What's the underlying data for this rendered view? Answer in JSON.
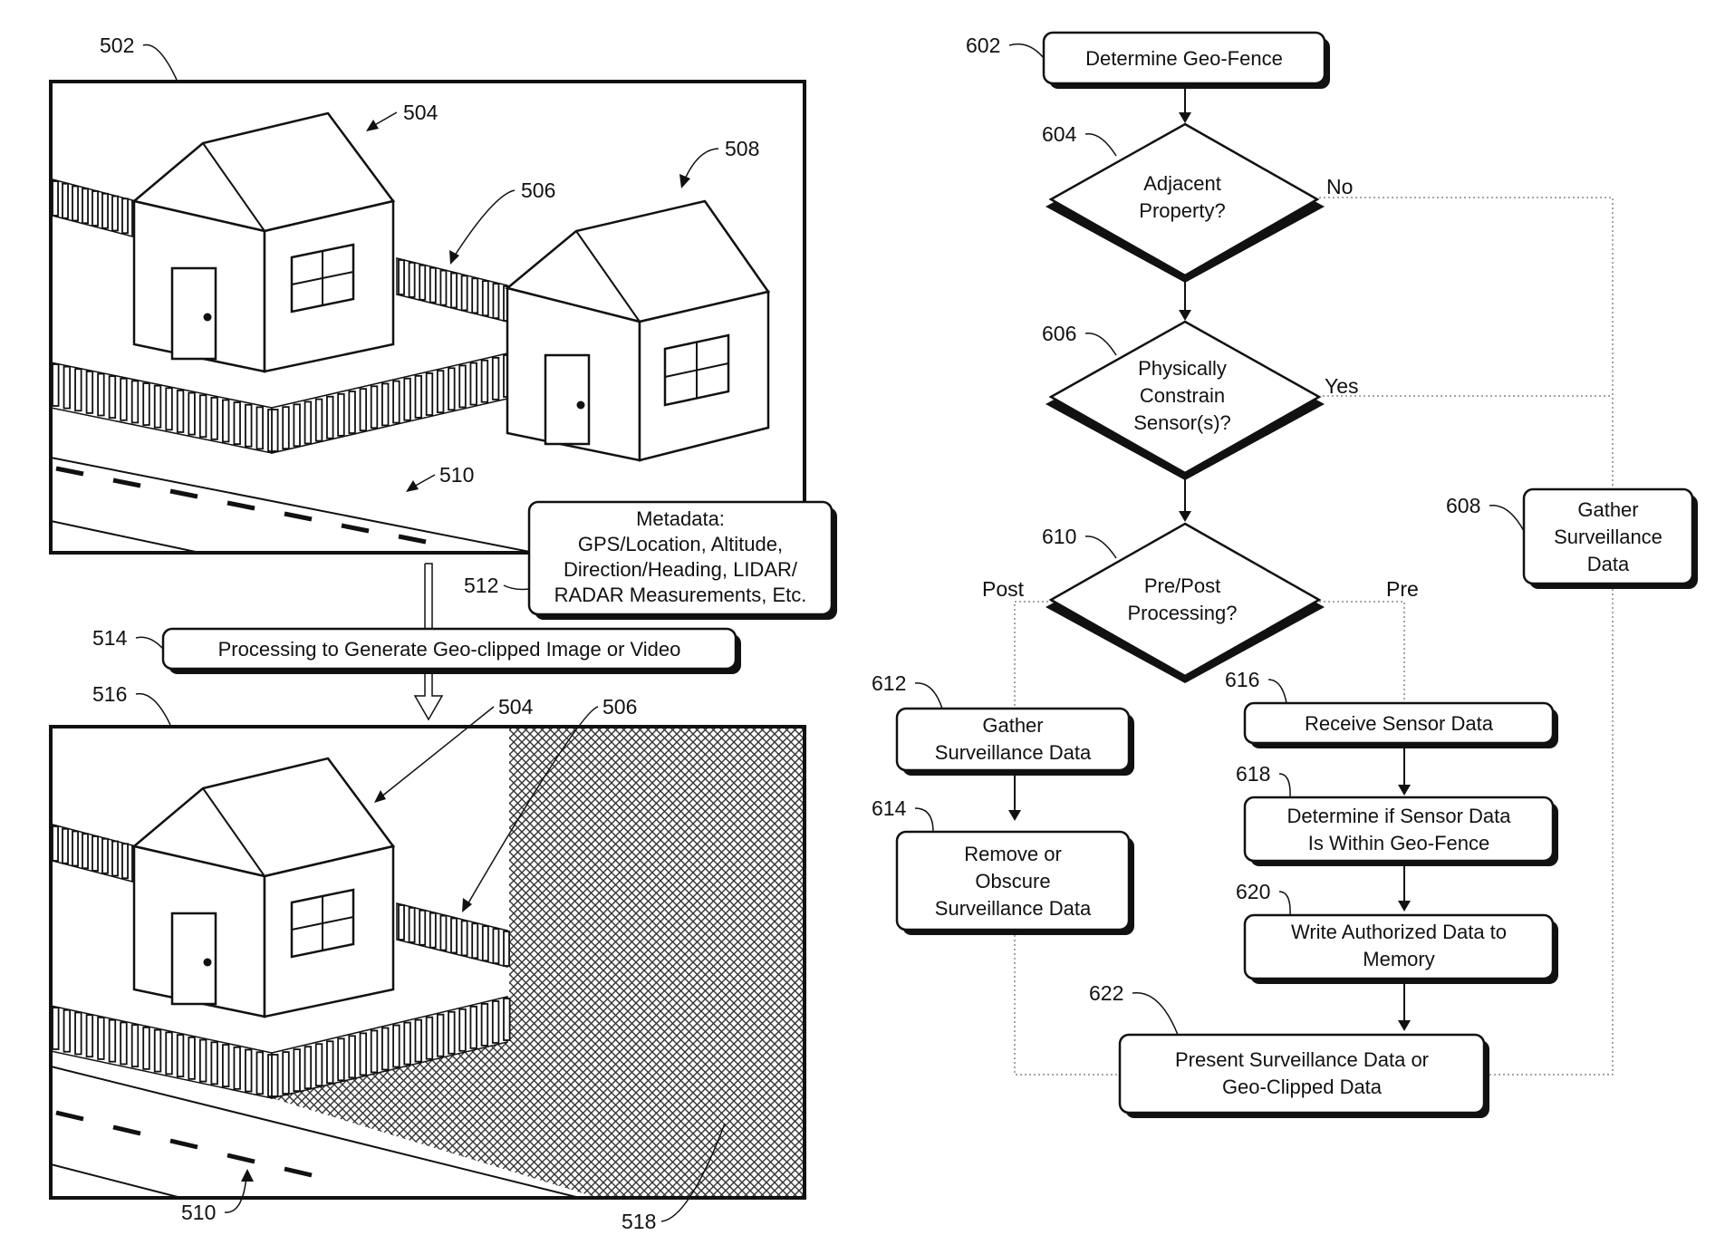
{
  "left": {
    "refs": {
      "r502": "502",
      "r504a": "504",
      "r506a": "506",
      "r508": "508",
      "r510a": "510",
      "r512": "512",
      "r514": "514",
      "r516": "516",
      "r504b": "504",
      "r506b": "506",
      "r510b": "510",
      "r518": "518"
    },
    "metadata_lines": [
      "Metadata:",
      "GPS/Location, Altitude,",
      "Direction/Heading, LIDAR/",
      "RADAR Measurements, Etc."
    ],
    "processing_label": "Processing to Generate Geo-clipped Image or Video"
  },
  "flow": {
    "refs": {
      "r602": "602",
      "r604": "604",
      "r606": "606",
      "r608": "608",
      "r610": "610",
      "r612": "612",
      "r614": "614",
      "r616": "616",
      "r618": "618",
      "r620": "620",
      "r622": "622"
    },
    "n602": [
      "Determine Geo-Fence"
    ],
    "n604": [
      "Adjacent",
      "Property?"
    ],
    "n606": [
      "Physically",
      "Constrain",
      "Sensor(s)?"
    ],
    "n608": [
      "Gather",
      "Surveillance",
      "Data"
    ],
    "n610": [
      "Pre/Post",
      "Processing?"
    ],
    "n612": [
      "Gather",
      "Surveillance Data"
    ],
    "n614": [
      "Remove or",
      "Obscure",
      "Surveillance Data"
    ],
    "n616": [
      "Receive Sensor Data"
    ],
    "n618": [
      "Determine if Sensor Data",
      "Is Within Geo-Fence"
    ],
    "n620": [
      "Write Authorized Data to",
      "Memory"
    ],
    "n622": [
      "Present Surveillance Data or",
      "Geo-Clipped Data"
    ],
    "edge_no": "No",
    "edge_yes": "Yes",
    "edge_post": "Post",
    "edge_pre": "Pre"
  }
}
